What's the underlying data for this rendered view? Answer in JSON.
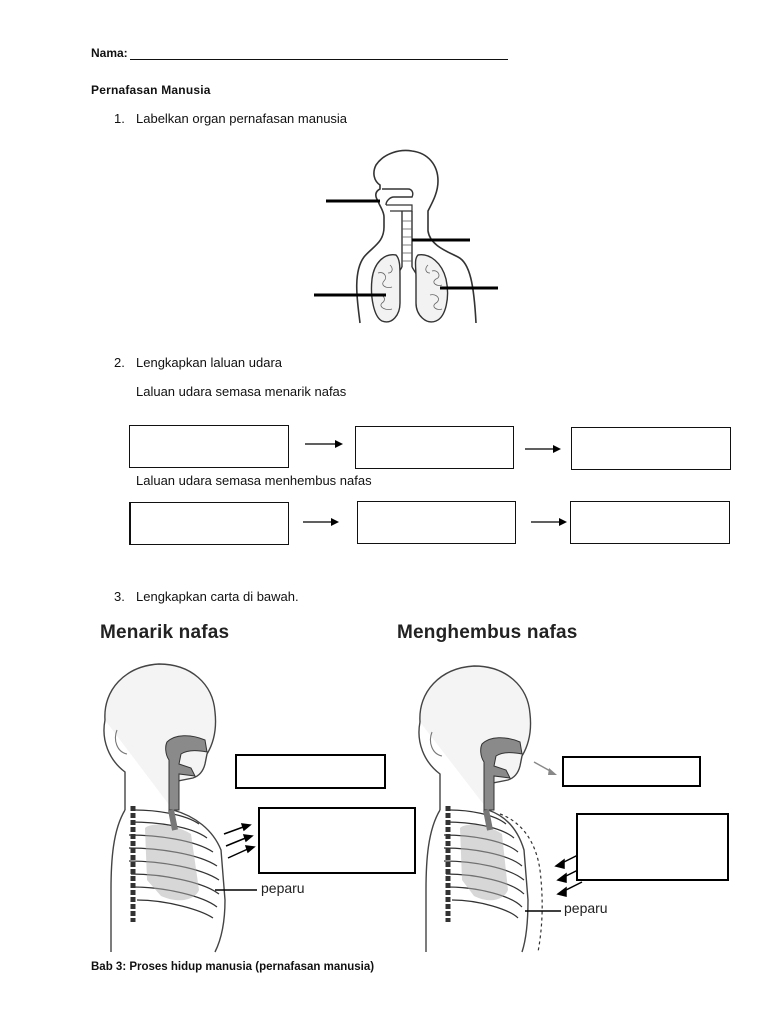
{
  "header": {
    "name_label": "Nama:",
    "section_title": "Pernafasan Manusia"
  },
  "q1": {
    "number": "1.",
    "text": "Labelkan organ pernafasan manusia"
  },
  "q2": {
    "number": "2.",
    "text": "Lengkapkan laluan udara",
    "inhale_label": "Laluan udara semasa menarik nafas",
    "exhale_label": "Laluan udara semasa menhembus nafas"
  },
  "q3": {
    "number": "3.",
    "text": "Lengkapkan carta di bawah.",
    "left_heading": "Menarik nafas",
    "right_heading": "Menghembus nafas",
    "left_peparu": "peparu",
    "right_peparu": "peparu"
  },
  "footer": {
    "text": "Bab 3: Proses hidup manusia (pernafasan manusia)"
  }
}
